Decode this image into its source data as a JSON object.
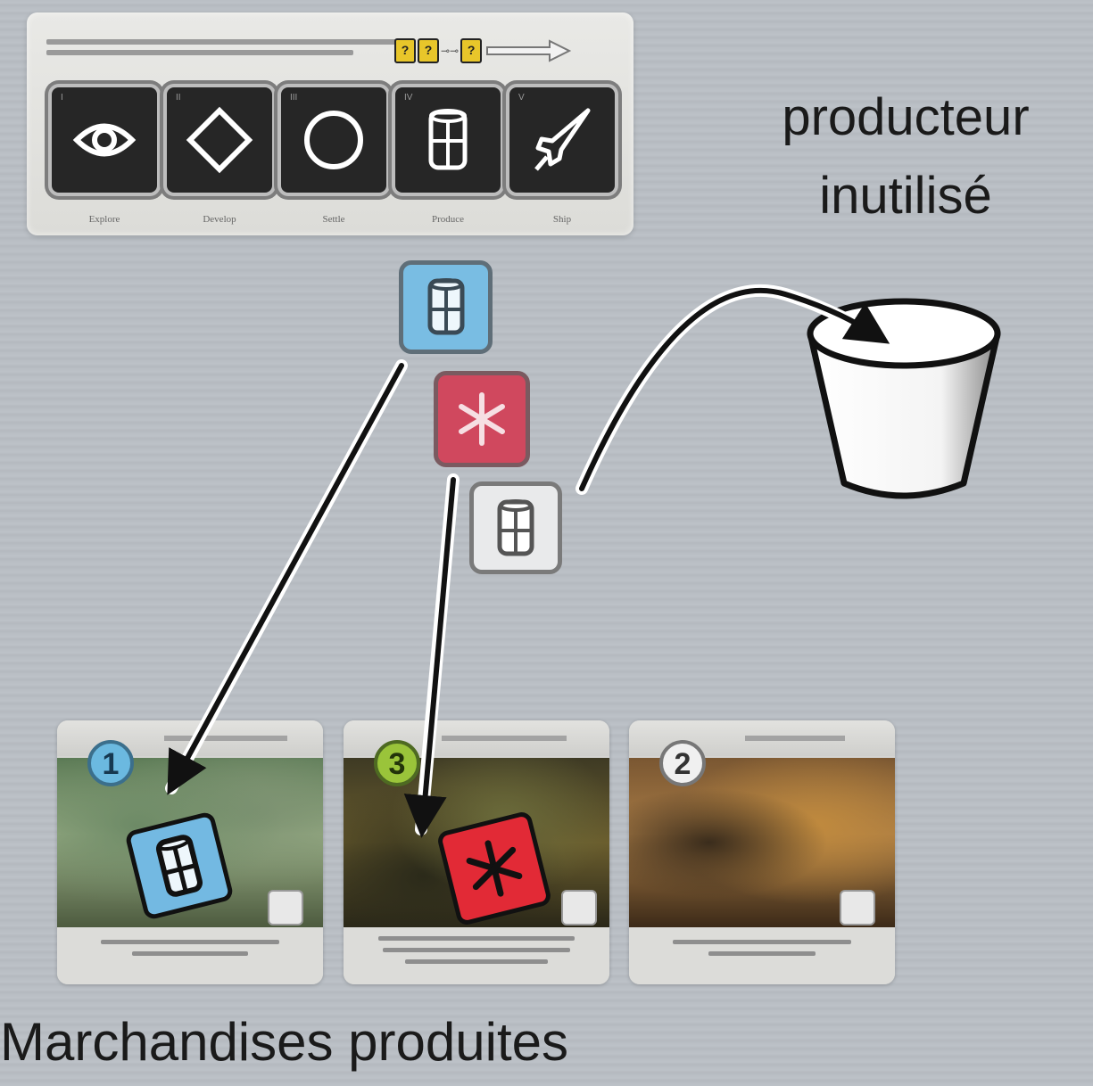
{
  "phase_board": {
    "phases": [
      {
        "numeral": "I",
        "name": "Explore",
        "icon": "eye-icon"
      },
      {
        "numeral": "II",
        "name": "Develop",
        "icon": "diamond-icon"
      },
      {
        "numeral": "III",
        "name": "Settle",
        "icon": "circle-icon"
      },
      {
        "numeral": "IV",
        "name": "Produce",
        "icon": "barrel-icon"
      },
      {
        "numeral": "V",
        "name": "Ship",
        "icon": "rocket-icon"
      }
    ],
    "sequence_glyph": "?"
  },
  "dice": {
    "blue": {
      "color": "#79bde3",
      "icon": "barrel-icon"
    },
    "red": {
      "color": "#d0485e",
      "icon": "asterisk-icon"
    },
    "white": {
      "color": "#e9eaeb",
      "icon": "barrel-icon"
    }
  },
  "labels": {
    "unused_producer_line1": "producteur",
    "unused_producer_line2": "inutilisé",
    "goods_produced": "Marchandises produites"
  },
  "cards": [
    {
      "cost": "1",
      "cost_color": "#6bb9e0",
      "placed_die": "blue"
    },
    {
      "cost": "3",
      "cost_color": "#9ac43a",
      "placed_die": "red"
    },
    {
      "cost": "2",
      "cost_color": "#f0f0f0",
      "placed_die": null
    }
  ]
}
